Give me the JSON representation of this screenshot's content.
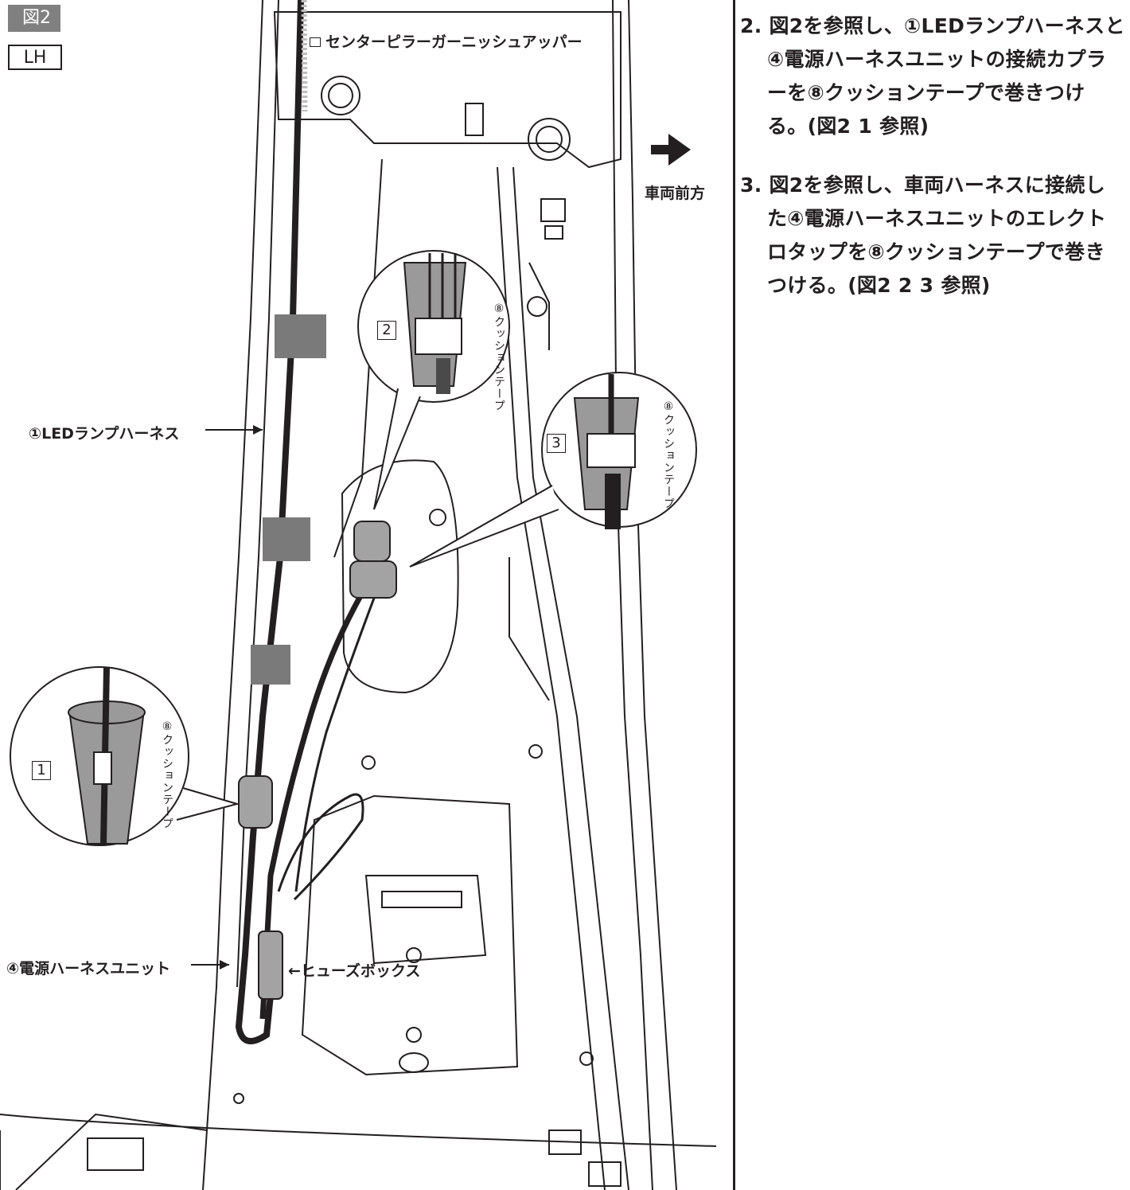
{
  "figure": {
    "tag": "図2",
    "side": "LH",
    "labels": {
      "garnish": "センターピラーガーニッシュアッパー",
      "direction": "車両前方",
      "led_harness": "①LEDランプハーネス",
      "power_harness": "④電源ハーネスユニット",
      "fuse_box": "←ヒューズボックス",
      "cushion_tape": "⑧クッションテープ"
    },
    "detail_numbers": [
      "1",
      "2",
      "3"
    ]
  },
  "instructions": [
    {
      "text": "2. 図2を参照し、①LEDランプハーネスと④電源ハーネスユニットの接続カプラーを⑧クッションテープで巻きつける。(図2 1 参照)"
    },
    {
      "text": "3. 図2を参照し、車両ハーネスに接続した④電源ハーネスユニットのエレクトロタップを⑧クッションテープで巻きつける。(図2 2 3 参照)"
    }
  ],
  "colors": {
    "line": "#231f20",
    "tape": "#8a8a8a",
    "tag_bg": "#808080"
  }
}
